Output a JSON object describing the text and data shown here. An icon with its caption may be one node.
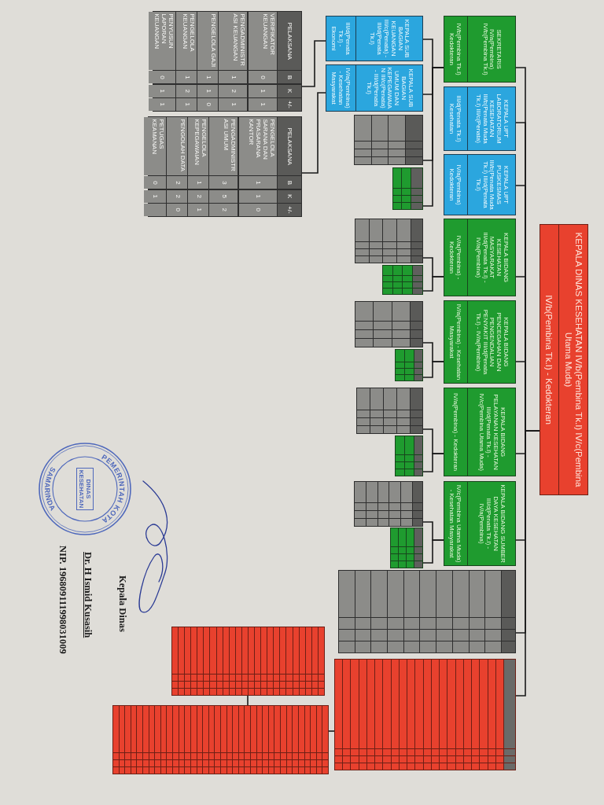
{
  "diagram": {
    "nodes": [
      {
        "text": [
          "KEPALA DINAS KESEHATAN IV/b(Pembina Tk.I) IV/c(Pembina Utama Muda)",
          "IV/b(Pembina Tk.I) - Kedokteran"
        ]
      },
      {
        "text": [
          "SEKRETARIS IV/a(Pembina) IV/b(Pembina Tk.I)",
          "IV/b(Pembina Tk.I) Kedokteran"
        ]
      },
      {
        "text": [
          "KEPALA UPT LABORATORIUM KESEHATAN III/b(Penata Muda Tk.I) III/c(Penata)",
          "III/d(Penata Tk.I) Kesehatan"
        ]
      },
      {
        "text": [
          "KEPALA UPT PUSKESMAS III/b(Penata Muda Tk.I) III/d(Penata Tk.I)",
          "IV/a(Pembina) Kedokteran"
        ]
      },
      {
        "text": [
          "KEPALA BIDANG KESEHATAN MASYARAKAT III/d(Penata Tk.I) - IV/a(Pembina)",
          "IV/a(Pembina) - Kedokteran"
        ]
      },
      {
        "text": [
          "KEPALA BIDANG PENCEGAHAN DAN PENGENDALIAN PENYAKIT III/d(Penata Tk.I) - IV/a(Pembina)",
          "IV/a(Pembina) - Kesehatan Masyarakat"
        ]
      },
      {
        "text": [
          "KEPALA BIDANG PELAYANAN KESEHATAN III/d(Penata Tk.I) - IV/c(Pembina Utama Muda)",
          "IV/a(Pembina) - Kedokteran"
        ]
      },
      {
        "text": [
          "KEPALA BIDANG SUMBER DAYA KESEHATAN III/d(Penata Tk.I) - IV/a(Pembina)",
          "IV/c(Pembina Utama Muda) - Kesehatan Masyarakat"
        ]
      },
      {
        "text": [],
        "shape": "table"
      },
      {
        "text": [],
        "shape": "table"
      },
      {
        "text": [
          "KEPALA SUB BAGIAN KEUANGAN III/c(Penata) - III/d(Penata Tk.I)",
          "III/d(Penata Tk.I) - Ekonomi"
        ]
      },
      {
        "text": [
          "KEPALA SUB BAGIAN UMUM DAN KEPEGAWAIAN III/c(Penata) - III/d(Penata Tk.I)",
          "IV/a(Pembina) - Kesehatan Masyarakat"
        ]
      },
      {
        "text": [],
        "shape": "table"
      },
      {
        "text": [],
        "shape": "table"
      },
      {
        "text": [],
        "shape": "table"
      },
      {
        "text": [],
        "shape": "table"
      },
      {
        "text": [],
        "shape": "table"
      },
      {
        "text": [],
        "shape": "table"
      },
      {
        "text": [],
        "shape": "table"
      },
      {
        "text": [],
        "shape": "table"
      },
      {
        "text": [],
        "shape": "table"
      },
      {
        "text": [],
        "shape": "table"
      },
      {
        "text": [
          "PELAKSANA",
          "B",
          "K",
          "+/-",
          "VERIFIKATOR KEUANGAN",
          "0",
          "1",
          "1",
          "PENGADMINISTRASI KEUANGAN",
          "1",
          "2",
          "1",
          "PENGELOLA GAJI",
          "1",
          "1",
          "0",
          "PENGELOLA KEUANGAN",
          "1",
          "2",
          "1",
          "PENYUSUN LAPORAN KEUANGAN",
          "0",
          "1",
          "1"
        ]
      },
      {
        "text": [
          "PELAKSANA",
          "B",
          "K",
          "+/-",
          "PENGELOLA SARANA DAN PRASARANA KANTOR",
          "1",
          "1",
          "0",
          "PENGADMINISTRASI UMUM",
          "3",
          "5",
          "2",
          "PENGELOLA KEPEGAWAIAN",
          "1",
          "2",
          "1",
          "PENGOLAH DATA",
          "2",
          "2",
          "0",
          "PETUGAS KEAMANAN",
          "0",
          "1"
        ]
      },
      {
        "text": [],
        "shape": "table"
      },
      {
        "text": [],
        "shape": "table"
      }
    ],
    "edges": [
      {
        "from": 0,
        "to": 1,
        "arrow": "none"
      },
      {
        "from": 0,
        "to": 2,
        "arrow": "none"
      },
      {
        "from": 0,
        "to": 3,
        "arrow": "none"
      },
      {
        "from": 0,
        "to": 4,
        "arrow": "none"
      },
      {
        "from": 0,
        "to": 5,
        "arrow": "none"
      },
      {
        "from": 0,
        "to": 6,
        "arrow": "none"
      },
      {
        "from": 0,
        "to": 7,
        "arrow": "none"
      },
      {
        "from": 0,
        "to": 8,
        "arrow": "none"
      },
      {
        "from": 0,
        "to": 9,
        "arrow": "none"
      },
      {
        "from": 1,
        "to": 10,
        "arrow": "none"
      },
      {
        "from": 1,
        "to": 11,
        "arrow": "none"
      },
      {
        "from": 1,
        "to": 12,
        "arrow": "none"
      },
      {
        "from": 1,
        "to": 13,
        "arrow": "none"
      },
      {
        "from": 10,
        "to": 22,
        "arrow": "none"
      },
      {
        "from": 11,
        "to": 23,
        "arrow": "none"
      },
      {
        "from": 4,
        "to": 14,
        "arrow": "none"
      },
      {
        "from": 4,
        "to": 15,
        "arrow": "none"
      },
      {
        "from": 5,
        "to": 16,
        "arrow": "none"
      },
      {
        "from": 5,
        "to": 17,
        "arrow": "none"
      },
      {
        "from": 6,
        "to": 18,
        "arrow": "none"
      },
      {
        "from": 6,
        "to": 19,
        "arrow": "none"
      },
      {
        "from": 7,
        "to": 20,
        "arrow": "none"
      },
      {
        "from": 7,
        "to": 21,
        "arrow": "none"
      },
      {
        "from": 9,
        "to": 25,
        "arrow": "none"
      },
      {
        "from": 25,
        "to": 24,
        "arrow": "none"
      }
    ],
    "labels": [
      "Kepala Dinas",
      "PEMERINTAH KOTA",
      "SAMARINDA",
      "DINAS KESEHATAN",
      "Dr. H Ismid Kusasih",
      "NIP. 196809111998031009"
    ]
  }
}
